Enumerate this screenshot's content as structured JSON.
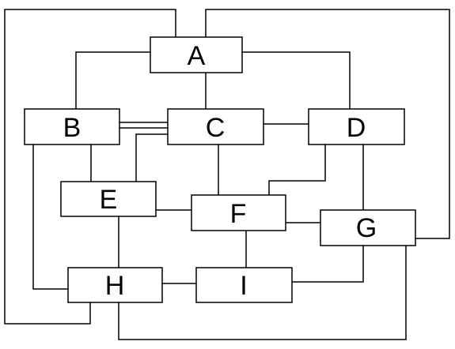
{
  "nodes": {
    "A": "A",
    "B": "B",
    "C": "C",
    "D": "D",
    "E": "E",
    "F": "F",
    "G": "G",
    "H": "H",
    "I": "I"
  },
  "edges": [
    [
      "A",
      "B"
    ],
    [
      "A",
      "C"
    ],
    [
      "A",
      "D"
    ],
    [
      "A",
      "H"
    ],
    [
      "A",
      "G"
    ],
    [
      "B",
      "C"
    ],
    [
      "B",
      "E"
    ],
    [
      "B",
      "H"
    ],
    [
      "C",
      "D"
    ],
    [
      "C",
      "E"
    ],
    [
      "C",
      "F"
    ],
    [
      "D",
      "F"
    ],
    [
      "D",
      "G"
    ],
    [
      "E",
      "F"
    ],
    [
      "E",
      "H"
    ],
    [
      "F",
      "G"
    ],
    [
      "F",
      "I"
    ],
    [
      "G",
      "I"
    ],
    [
      "G",
      "H"
    ],
    [
      "H",
      "I"
    ]
  ]
}
